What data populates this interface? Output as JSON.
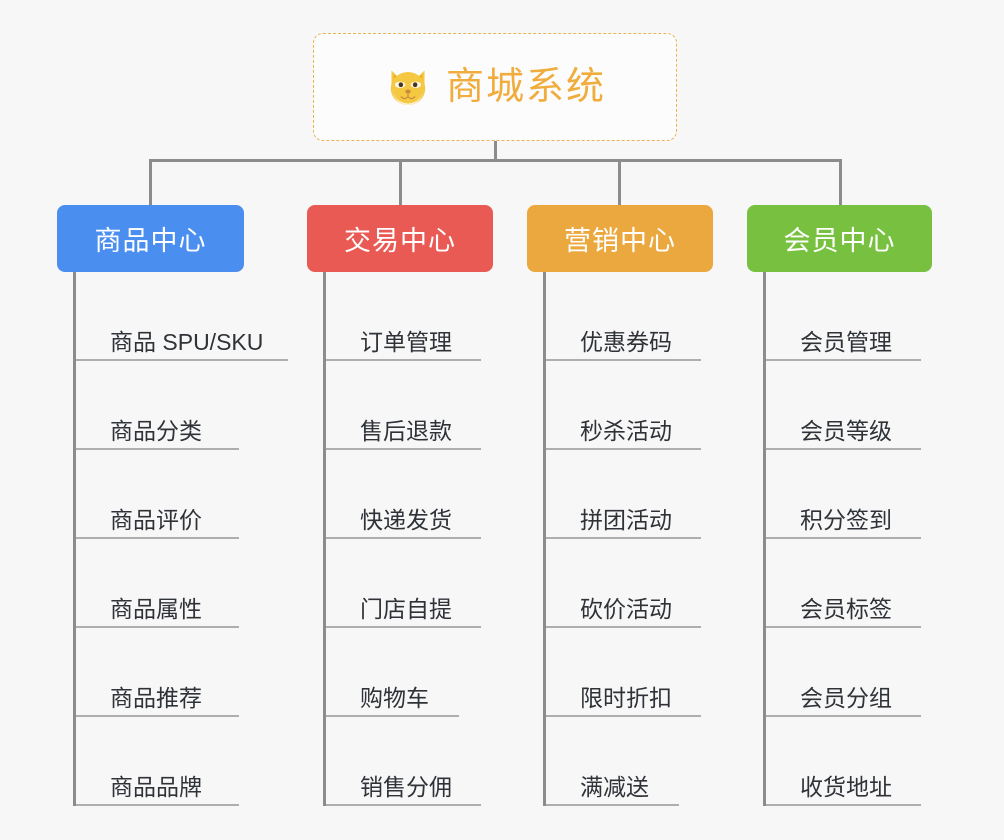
{
  "root": {
    "title": "商城系统",
    "icon": "shiba-dog-face-emoji",
    "border_color": "#e8b353",
    "text_color": "#f0ad3e",
    "background": "#fcfcfc"
  },
  "canvas": {
    "background": "#f7f7f7",
    "connector_color": "#8c8c8c",
    "leaf_underline_color": "#aeaeae",
    "leaf_text_color": "#2f3338"
  },
  "columns": [
    {
      "id": "product-center",
      "label": "商品中心",
      "color": "#4a8ef0",
      "underline_widths": [
        212,
        163,
        163,
        163,
        163,
        163
      ],
      "items": [
        "商品 SPU/SKU",
        "商品分类",
        "商品评价",
        "商品属性",
        "商品推荐",
        "商品品牌"
      ]
    },
    {
      "id": "trade-center",
      "label": "交易中心",
      "color": "#ea5a54",
      "underline_widths": [
        155,
        155,
        155,
        155,
        133,
        155
      ],
      "items": [
        "订单管理",
        "售后退款",
        "快递发货",
        "门店自提",
        "购物车",
        "销售分佣"
      ]
    },
    {
      "id": "marketing-center",
      "label": "营销中心",
      "color": "#eaa83f",
      "underline_widths": [
        155,
        155,
        155,
        155,
        155,
        133
      ],
      "items": [
        "优惠券码",
        "秒杀活动",
        "拼团活动",
        "砍价活动",
        "限时折扣",
        "满减送"
      ]
    },
    {
      "id": "member-center",
      "label": "会员中心",
      "color": "#78c040",
      "underline_widths": [
        155,
        155,
        155,
        155,
        155,
        155
      ],
      "items": [
        "会员管理",
        "会员等级",
        "积分签到",
        "会员标签",
        "会员分组",
        "收货地址"
      ]
    }
  ]
}
